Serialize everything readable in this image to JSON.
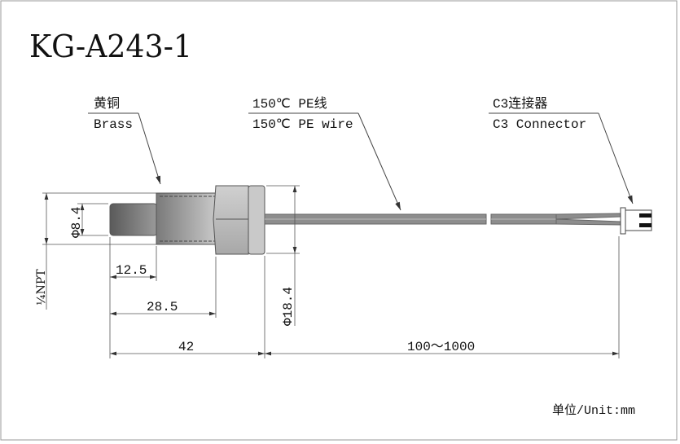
{
  "title": "KG-A243-1",
  "labels": {
    "brass_cn": "黄铜",
    "brass_en": "Brass",
    "wire_cn": "150℃ PE线",
    "wire_en": "150℃ PE wire",
    "connector_cn": "C3连接器",
    "connector_en": "C3 Connector"
  },
  "dimensions": {
    "tip_diameter": "Φ8.4",
    "thread": "¼NPT",
    "tip_length": "12.5",
    "body_length": "28.5",
    "total_length": "42",
    "nut_diameter": "Φ18.4",
    "cable_length": "100～1000"
  },
  "unit": "单位/Unit:mm"
}
